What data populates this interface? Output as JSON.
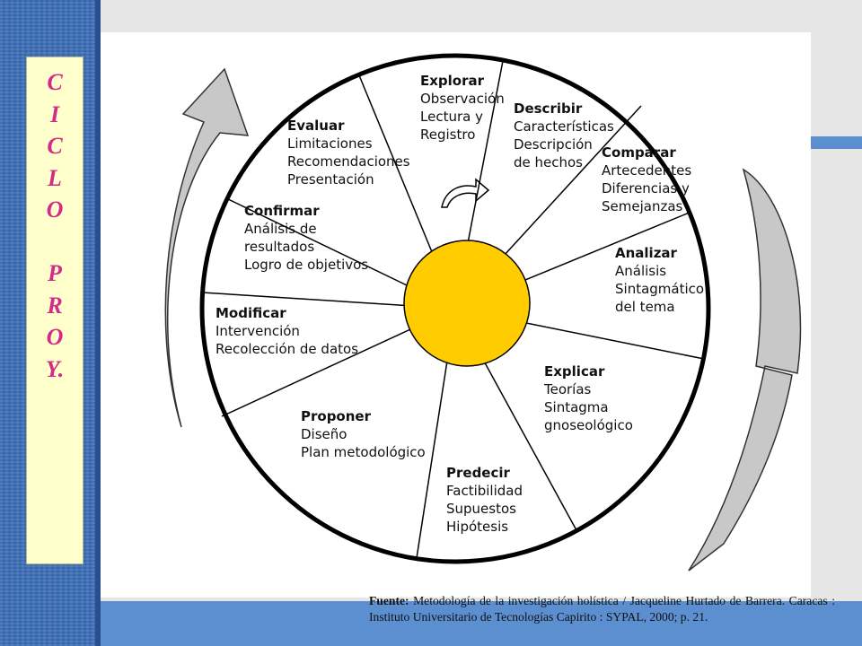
{
  "title_letters": [
    "C",
    "I",
    "C",
    "L",
    "O",
    "",
    "P",
    "R",
    "O",
    "Y."
  ],
  "segments": [
    {
      "title": "Explorar",
      "lines": [
        "Observación",
        "Lectura y",
        "Registro"
      ]
    },
    {
      "title": "Describir",
      "lines": [
        "Características",
        "Descripción",
        "de hechos"
      ]
    },
    {
      "title": "Comparar",
      "lines": [
        "Artecedentes",
        "Diferencias y",
        "Semejanzas"
      ]
    },
    {
      "title": "Analizar",
      "lines": [
        "Análisis",
        "Sintagmático",
        "del tema"
      ]
    },
    {
      "title": "Explicar",
      "lines": [
        "Teorías",
        "Sintagma",
        "gnoseológico"
      ]
    },
    {
      "title": "Predecir",
      "lines": [
        "Factibilidad",
        "Supuestos",
        "Hipótesis"
      ]
    },
    {
      "title": "Proponer",
      "lines": [
        "Diseño",
        "Plan metodológico"
      ]
    },
    {
      "title": "Modificar",
      "lines": [
        "Intervención",
        "Recolección de datos"
      ]
    },
    {
      "title": "Confirmar",
      "lines": [
        "Análisis de",
        "resultados",
        "Logro de objetivos"
      ]
    },
    {
      "title": "Evaluar",
      "lines": [
        "Limitaciones",
        "Recomendaciones",
        "Presentación"
      ]
    }
  ],
  "source": {
    "label": "Fuente:",
    "text": " Metodología de la investigación holística / Jacqueline Hurtado de Barrera.  Caracas : Instituto Universitario de Tecnologías Capirito : SYPAL, 2000; p. 21."
  },
  "colors": {
    "band": "#3b6fb8",
    "title_box": "#ffffcc",
    "title_text": "#d42a8a",
    "hub": "#ffcc00",
    "arrow_fill": "#c8c8c8"
  },
  "icons": [
    "curved-arrow-left",
    "curved-arrow-right",
    "rotation-arrow-icon"
  ]
}
